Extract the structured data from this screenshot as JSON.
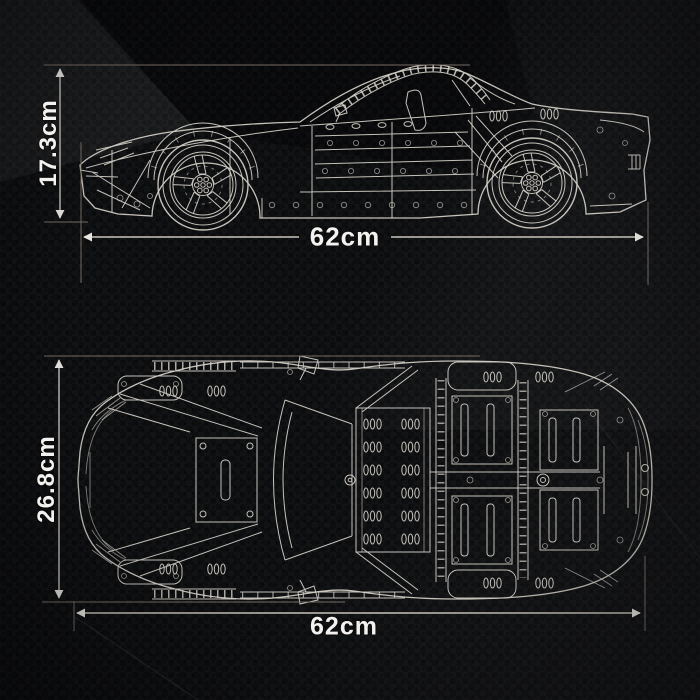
{
  "colors": {
    "background": "#0d0e10",
    "line_art": "#d6d1c9",
    "dimension_lines": "#c9c4bc",
    "extension_lines": "#7d7166",
    "label_text": "#f4f2ee"
  },
  "views": {
    "side": {
      "height_label": "17.3cm",
      "length_label": "62cm"
    },
    "top": {
      "width_label": "26.8cm",
      "length_label": "62cm"
    }
  }
}
